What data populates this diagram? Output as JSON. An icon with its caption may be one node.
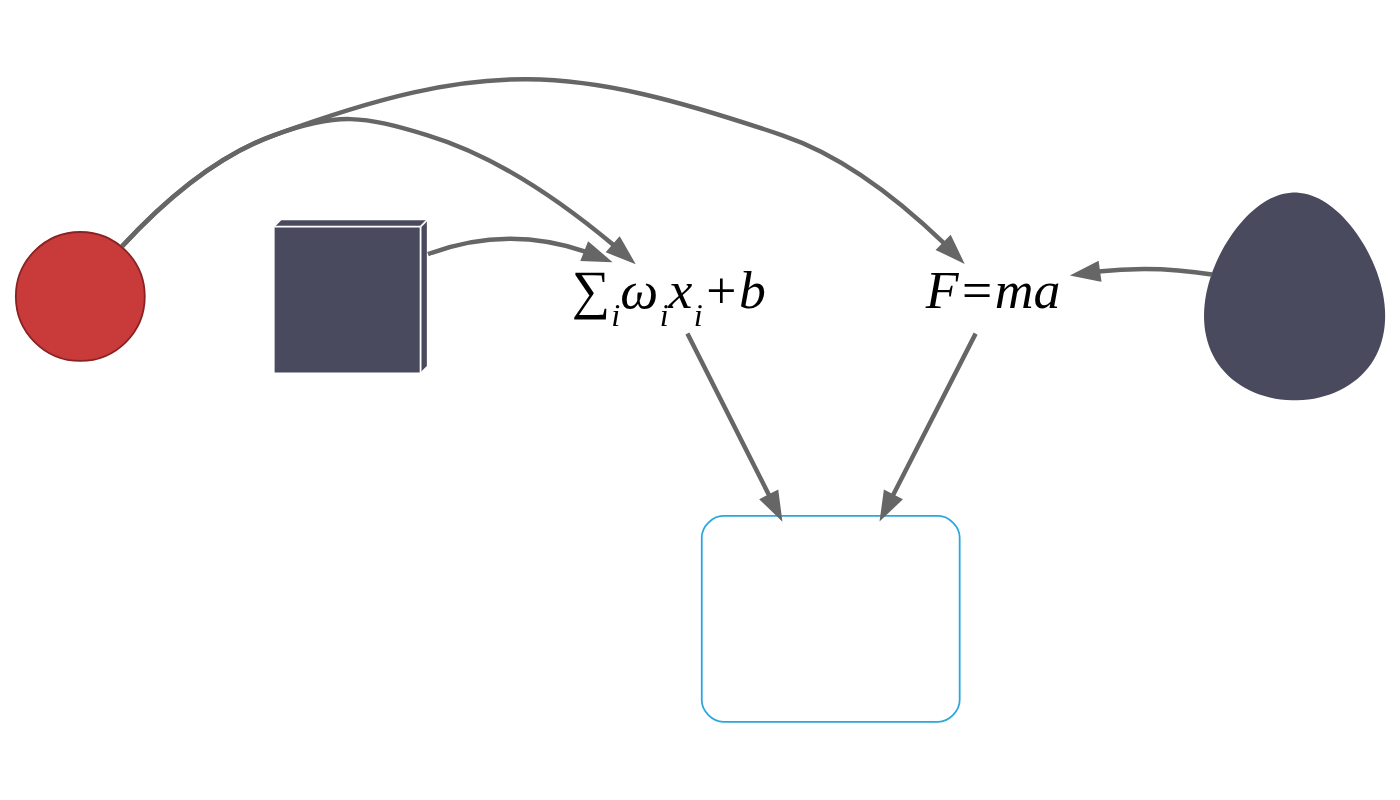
{
  "diagram": {
    "nodes": [
      {
        "text": [],
        "shape": "circle"
      },
      {
        "text": [],
        "shape": "box"
      },
      {
        "text": [
          "∑$_{i}$ω$_{i}$x$_{i}$+b"
        ]
      },
      {
        "text": [
          "F=ma"
        ]
      },
      {
        "text": [],
        "shape": "person"
      },
      {
        "text": [],
        "shape": "box"
      }
    ],
    "edges": [
      {
        "from": 0,
        "to": 2,
        "arrow": "to"
      },
      {
        "from": 0,
        "to": 3,
        "arrow": "to"
      },
      {
        "from": 1,
        "to": 2,
        "arrow": "to"
      },
      {
        "from": 4,
        "to": 3,
        "arrow": "to"
      },
      {
        "from": 2,
        "to": 5,
        "arrow": "to"
      },
      {
        "from": 3,
        "to": 5,
        "arrow": "to"
      }
    ]
  }
}
